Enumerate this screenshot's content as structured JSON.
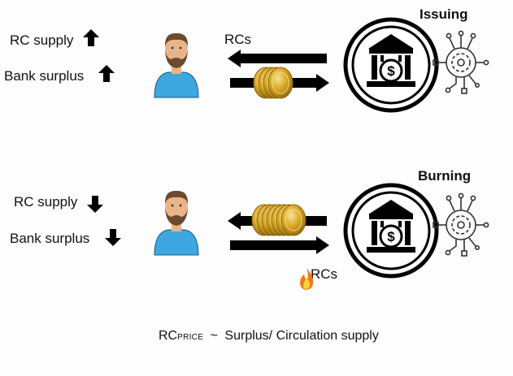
{
  "issuing": {
    "title": "Issuing",
    "supply_label": "RC supply",
    "surplus_label": "Bank surplus",
    "coin_label": "RCs",
    "direction": "up"
  },
  "burning": {
    "title": "Burning",
    "supply_label": "RC supply",
    "surplus_label": "Bank surplus",
    "coin_label": "RCs",
    "direction": "down"
  },
  "formula": {
    "prefix": "RC",
    "subscript": "PRICE",
    "operator": "~",
    "rhs": "Surplus/ Circulation supply"
  },
  "icons": {
    "person": "user-avatar-icon",
    "bank": "bank-dollar-icon",
    "circuit": "circuit-gear-icon",
    "coin": "coin-icon",
    "fire": "fire-icon",
    "arrow_up": "arrow-up-icon",
    "arrow_down": "arrow-down-icon"
  },
  "colors": {
    "person_shirt": "#3fa7e0",
    "person_skin": "#e9b48a",
    "person_hair": "#6b4a2e",
    "coin_gold": "#d9a621",
    "coin_light": "#f3d77a",
    "arrow": "#000000",
    "flame": "#f07a1a"
  }
}
